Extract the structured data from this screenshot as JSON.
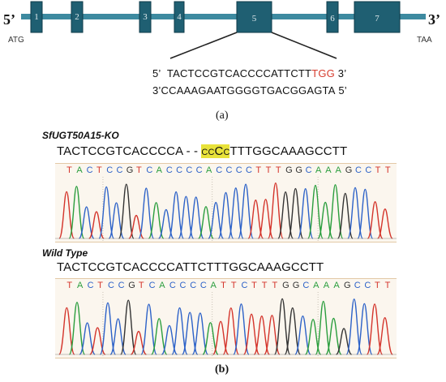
{
  "gene_diagram": {
    "five_prime": "5’",
    "three_prime": "3’",
    "start_codon": "ATG",
    "stop_codon": "TAA",
    "exons": [
      "1",
      "2",
      "3",
      "4",
      "5",
      "6",
      "7"
    ],
    "colors": {
      "intron": "#3d8aa0",
      "exon": "#1f5f72",
      "exon_border": "#0f3b49",
      "target": "#d63c2e"
    }
  },
  "target_site": {
    "top_prefix": "5’",
    "top_seq": "TACTCCGTCACCCCATTCTT",
    "pam": "TGG",
    "top_suffix": "3’",
    "bottom_prefix": "3’",
    "bottom_seq": "CCAAAGAATGGGGTGACGGAGTA",
    "bottom_suffix": "5’"
  },
  "label_a": "(a)",
  "label_b": "(b)",
  "knockout": {
    "name": "SfUGT50A15-KO",
    "seq_start": "TACTCCGTCACCCCA - -",
    "insert_small1": "CC",
    "insert_big": "C",
    "insert_small2": "C",
    "seq_end": "TTTGGCAAAGCCTT",
    "trace_bases": "TACTCCGTCACCCCACCCCTTTGGCAAAGCCTT"
  },
  "wild_type": {
    "name": "Wild Type",
    "seq": "TACTCCGTCACCCCATTCTTTGGCAAAGCCTT",
    "trace_bases": "TACTCCGTCACCCCATTCTTTGGCAAAGCCTT"
  },
  "base_colors": {
    "A": "#2b9e3e",
    "C": "#2d62c8",
    "G": "#333333",
    "T": "#d4352c"
  }
}
